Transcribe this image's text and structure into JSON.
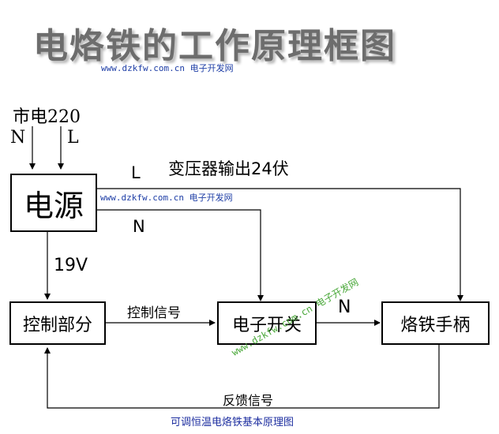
{
  "title": "电烙铁的工作原理框图",
  "watermark_top": "www.dzkfw.com.cn 电子开发网",
  "watermark_middle": "www.dzkfw.com.cn 电子开发网",
  "watermark_diagonal": "www.dzkfw.com.cn 电子开发网",
  "mains": {
    "label": "市电220",
    "n": "N",
    "l": "L"
  },
  "boxes": {
    "power": "电源",
    "control": "控制部分",
    "switch": "电子开关",
    "handle": "烙铁手柄"
  },
  "labels": {
    "transformer_output": "变压器输出24伏",
    "line_l": "L",
    "line_n": "N",
    "voltage": "19V",
    "control_signal": "控制信号",
    "switch_n": "N",
    "feedback": "反馈信号"
  },
  "caption": "可调恒温电烙铁基本原理图"
}
